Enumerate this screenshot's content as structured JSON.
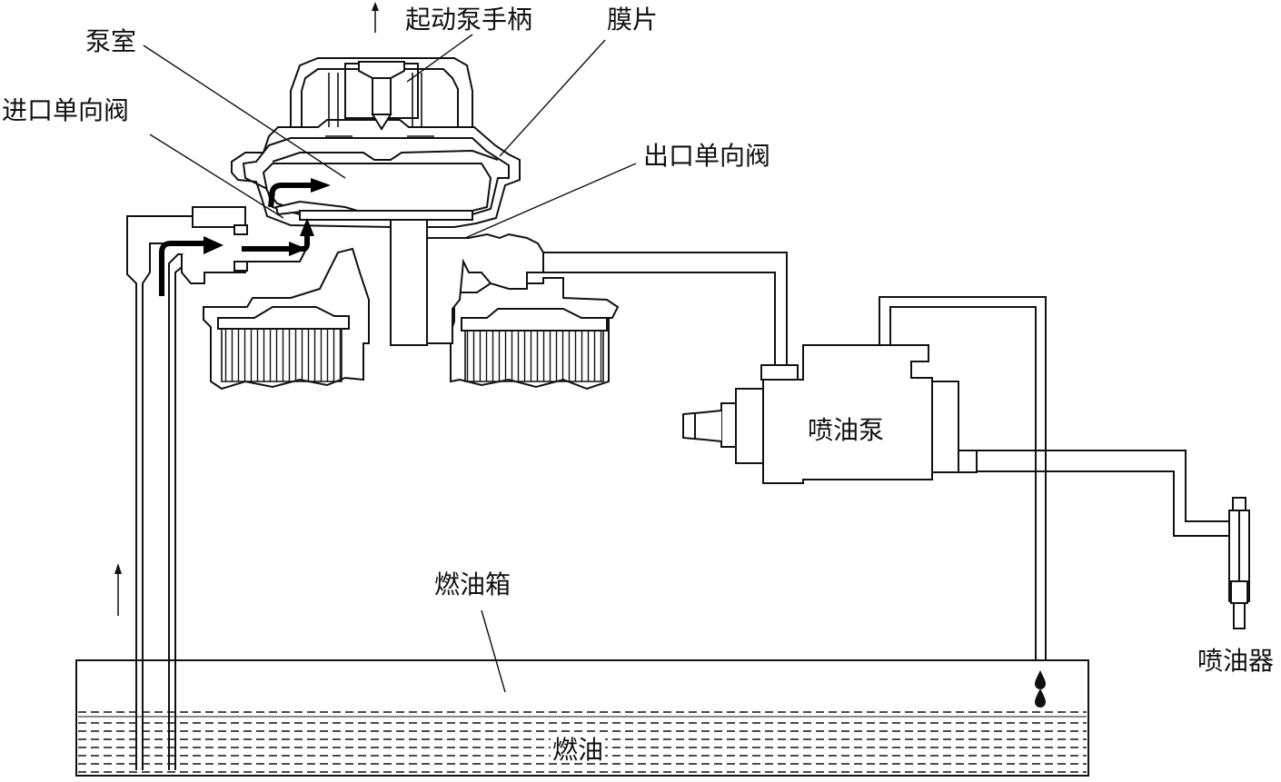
{
  "labels": {
    "pump_chamber": "泵室",
    "start_pump_handle": "起动泵手柄",
    "diaphragm": "膜片",
    "inlet_check_valve": "进口单向阀",
    "outlet_check_valve": "出口单向阀",
    "injection_pump": "喷油泵",
    "fuel_tank": "燃油箱",
    "fuel": "燃油",
    "injector": "喷油器"
  },
  "colors": {
    "line": "#111111",
    "background": "#ffffff",
    "flow_arrow": "#000000"
  },
  "icons": {
    "flow_arrows": "flow-arrow-icon",
    "fuel_drops": "fuel-drop-icon",
    "motion_arrows": "up-arrow-icon"
  }
}
